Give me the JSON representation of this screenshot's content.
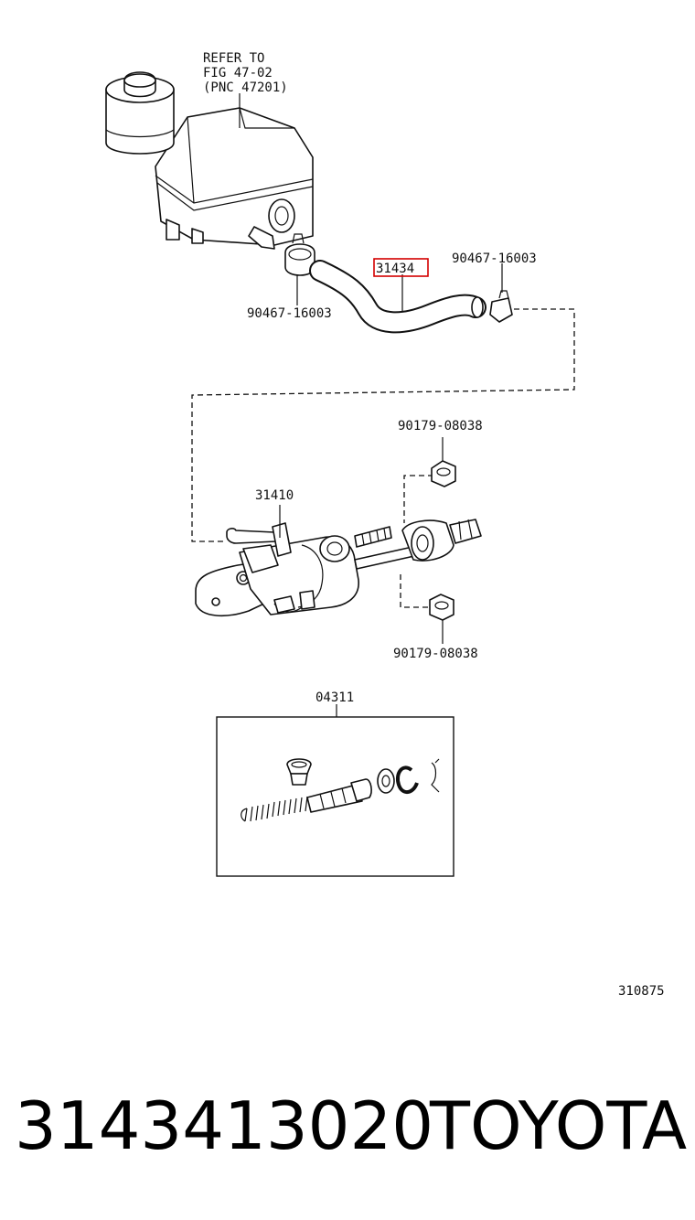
{
  "diagram": {
    "refer_note": [
      "REFER TO",
      "FIG 47-02",
      "(PNC 47201)"
    ],
    "labels": {
      "highlighted_part": "31434",
      "clamp_left": "90467-16003",
      "clamp_right": "90467-16003",
      "nut_top": "90179-08038",
      "master_cylinder": "31410",
      "nut_bottom": "90179-08038",
      "repair_kit": "04311",
      "figure_number": "310875"
    },
    "highlight_color": "#d40000"
  },
  "footer": {
    "part_number": "3143413020",
    "brand": "TOYOTA"
  }
}
